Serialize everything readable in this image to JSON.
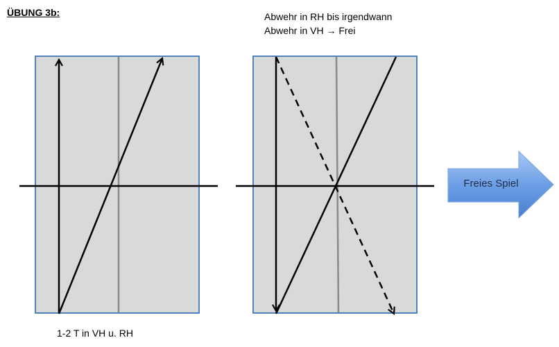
{
  "title": "ÜBUNG 3b:",
  "notes": {
    "line1": "Abwehr in RH bis irgendwann",
    "line2": "Abwehr in VH → Frei"
  },
  "caption": "1-2 T in VH u. RH",
  "next_button": {
    "label": "Freies Spiel"
  },
  "colors": {
    "court_fill": "#d9d9d9",
    "court_border": "#4f81bd",
    "arrow_fill": "#5b8fe0"
  }
}
